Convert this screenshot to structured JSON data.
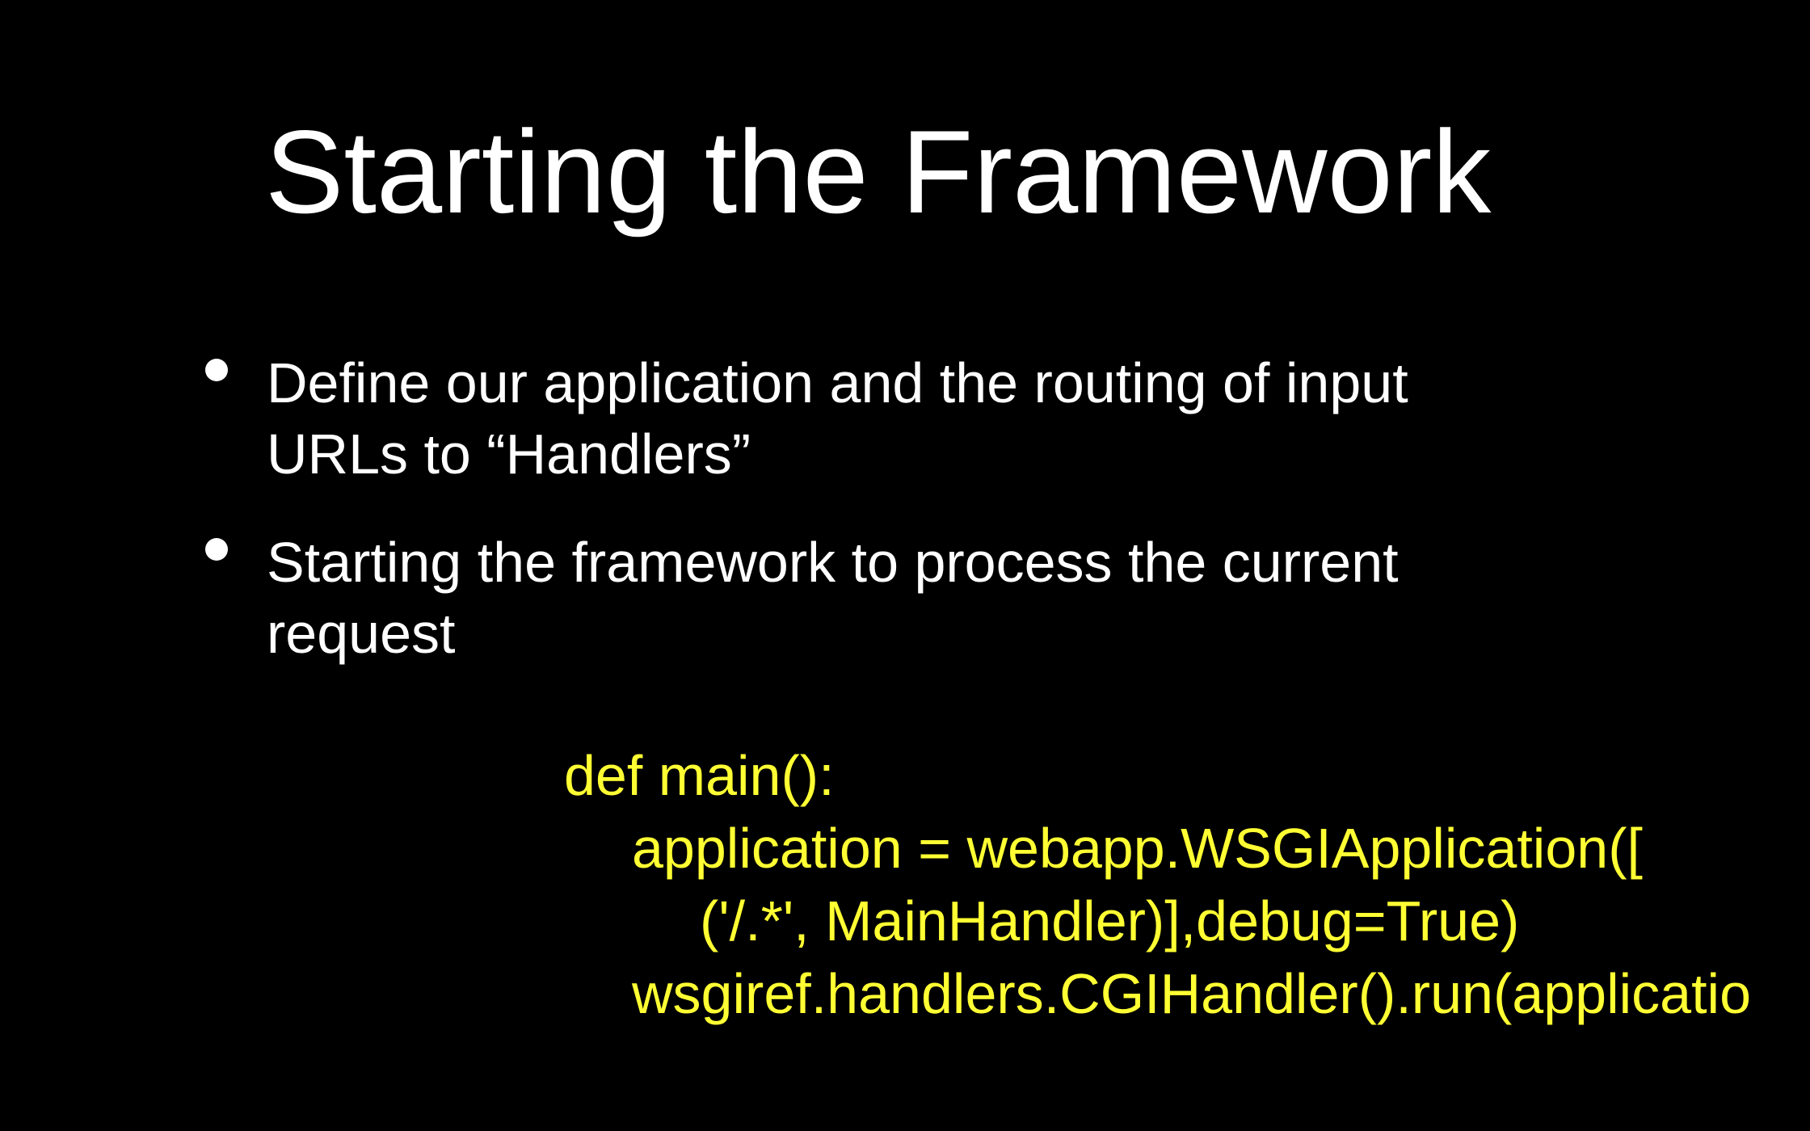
{
  "slide": {
    "title": "Starting the Framework",
    "bullets": [
      {
        "line1": "Define our application and the routing of input",
        "line2": "URLs to “Handlers”"
      },
      {
        "line1": "Starting the framework to process the current",
        "line2": "request"
      }
    ],
    "code": [
      "def main():",
      "application = webapp.WSGIApplication([",
      "('/.*', MainHandler)],debug=True)",
      "wsgiref.handlers.CGIHandler().run(applicatio"
    ],
    "colors": {
      "background": "#000000",
      "text": "#ffffff",
      "code": "#ffff33"
    }
  }
}
